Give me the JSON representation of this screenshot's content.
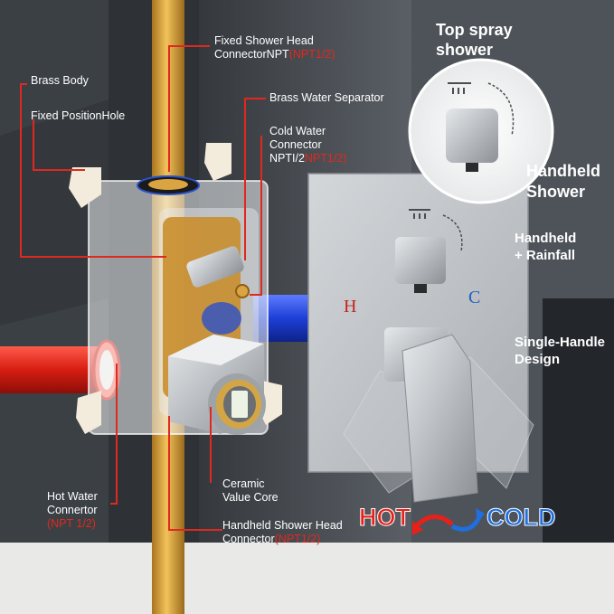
{
  "labels": {
    "fixed_shower_head_1": "Fixed Shower Head",
    "fixed_shower_head_2": "ConnectorNPT",
    "fixed_shower_head_red": "(NPT1/2)",
    "brass_body": "Brass Body",
    "fixed_position_hole": "Fixed PositionHole",
    "brass_water_separator": "Brass Water Separator",
    "cold_water_1": "Cold Water",
    "cold_water_2": "Connector",
    "cold_water_3": "NPTI/2",
    "cold_water_red": "NPT1/2)",
    "ceramic_1": "Ceramic",
    "ceramic_2": "Value Core",
    "hot_water_1": "Hot Water",
    "hot_water_2": "Connertor",
    "hot_water_red": "(NPT 1/2)",
    "handheld_connector_1": "Handheld Shower Head",
    "handheld_connector_2": "Connector",
    "handheld_connector_red": "(NPT1/2)"
  },
  "features": {
    "top_spray_1": "Top spray",
    "top_spray_2": "shower",
    "handheld_shower_1": "Handheld",
    "handheld_shower_2": "Shower",
    "handheld_rainfall_1": "Handheld",
    "handheld_rainfall_2": "+ Rainfall",
    "single_handle_1": "Single-Handle",
    "single_handle_2": "Design"
  },
  "plate": {
    "hot_letter": "H",
    "cold_letter": "C"
  },
  "temperature": {
    "hot": "HOT",
    "cold": "COLD"
  },
  "colors": {
    "annotation_red": "#e0291e",
    "hot": "#e8201a",
    "cold": "#1f6fe0",
    "brass": "#d9a441"
  }
}
